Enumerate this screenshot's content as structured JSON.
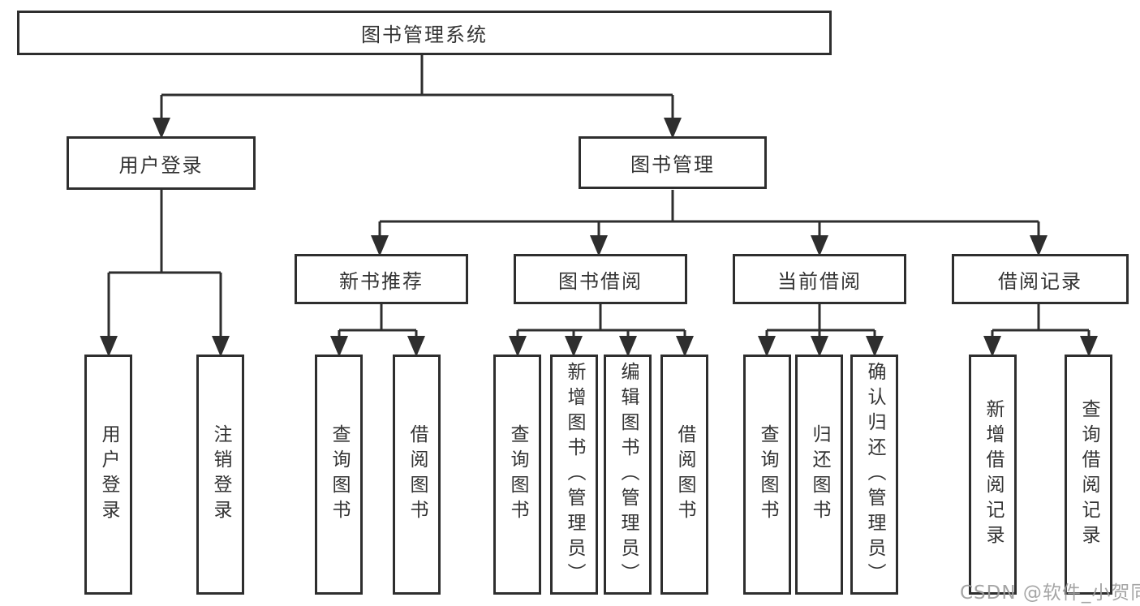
{
  "diagram": {
    "title": "图书管理系统",
    "watermark": "CSDN @软件_小贺同学",
    "colors": {
      "line": "#2e2e2e",
      "text": "#333333",
      "background": "#ffffff",
      "watermark": "#9c9c9c"
    },
    "root": {
      "label": "图书管理系统"
    },
    "branches": [
      {
        "label": "用户登录",
        "children": [
          "用户登录",
          "注销登录"
        ]
      },
      {
        "label": "图书管理",
        "children": [
          {
            "label": "新书推荐",
            "children": [
              "查询图书",
              "借阅图书"
            ]
          },
          {
            "label": "图书借阅",
            "children": [
              "查询图书",
              "新增图书（管理员）",
              "编辑图书（管理员）",
              "借阅图书"
            ]
          },
          {
            "label": "当前借阅",
            "children": [
              "查询图书",
              "归还图书",
              "确认归还（管理员）"
            ]
          },
          {
            "label": "借阅记录",
            "children": [
              "新增借阅记录",
              "查询借阅记录"
            ]
          }
        ]
      }
    ]
  }
}
